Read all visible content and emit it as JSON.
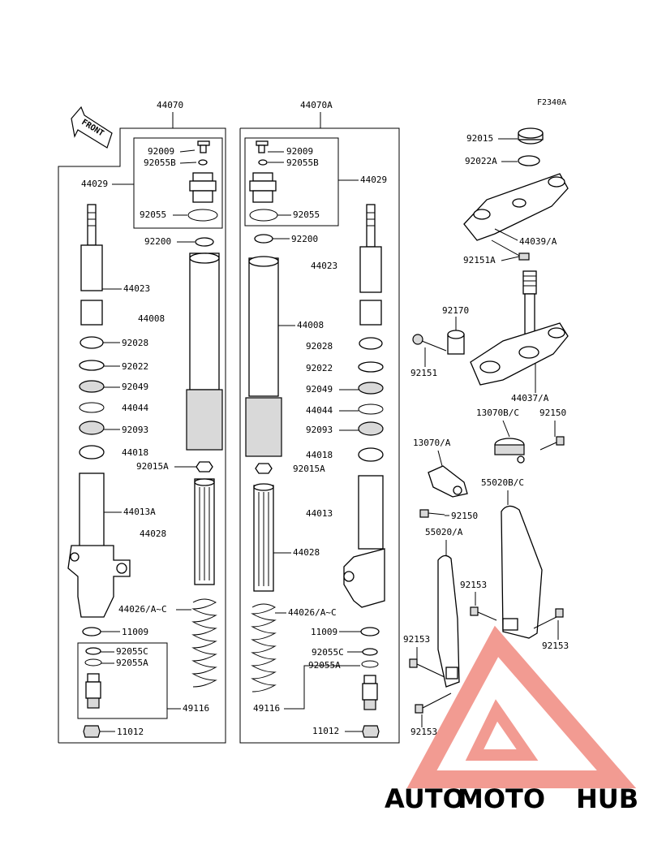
{
  "figure_code": "F2340A",
  "front_arrow_label": "FRONT",
  "left_assembly": {
    "label": "44070",
    "parts": {
      "p44029": "44029",
      "p92009": "92009",
      "p92055B": "92055B",
      "p92055": "92055",
      "p92200": "92200",
      "p44023": "44023",
      "p44008": "44008",
      "p92028": "92028",
      "p92022": "92022",
      "p92049": "92049",
      "p44044": "44044",
      "p92093": "92093",
      "p44018": "44018",
      "p92015A": "92015A",
      "p44013A": "44013A",
      "p44028": "44028",
      "p44026": "44026/A~C",
      "p11009": "11009",
      "p92055C": "92055C",
      "p92055A": "92055A",
      "p49116": "49116",
      "p11012": "11012"
    }
  },
  "right_assembly": {
    "label": "44070A",
    "parts": {
      "p44029": "44029",
      "p92009": "92009",
      "p92055B": "92055B",
      "p92055": "92055",
      "p92200": "92200",
      "p44023": "44023",
      "p44008": "44008",
      "p92028": "92028",
      "p92022": "92022",
      "p92049": "92049",
      "p44044": "44044",
      "p92093": "92093",
      "p44018": "44018",
      "p92015A": "92015A",
      "p44013": "44013",
      "p44028": "44028",
      "p44026": "44026/A~C",
      "p11009": "11009",
      "p92055C": "92055C",
      "p92055A": "92055A",
      "p49116": "49116",
      "p11012": "11012"
    }
  },
  "steering": {
    "p92015": "92015",
    "p92022A": "92022A",
    "p44039": "44039/A",
    "p92151A": "92151A",
    "p92170": "92170",
    "p92151": "92151",
    "p44037": "44037/A",
    "p13070B": "13070B/C",
    "p92150a": "92150",
    "p13070": "13070/A",
    "p92150b": "92150",
    "p55020B": "55020B/C",
    "p55020": "55020/A",
    "p92153a": "92153",
    "p92153b": "92153",
    "p92153c": "92153",
    "p92153d": "92153"
  },
  "watermark": {
    "text_auto": "AUTO",
    "text_moto": "MOTO",
    "text_hub": "HUB",
    "color_auto": "#f5b98a",
    "color_moto": "#f28b82",
    "color_hub": "#9e9e9e",
    "color_logo": "#f08a80"
  }
}
